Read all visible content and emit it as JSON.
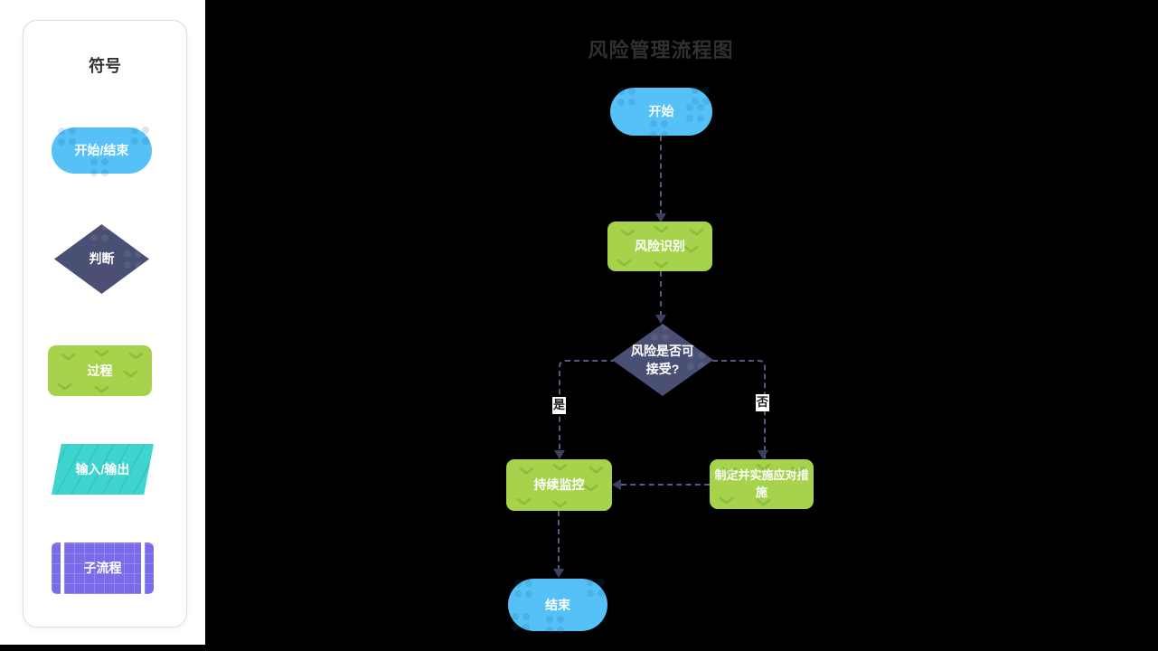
{
  "app": {
    "canvas_background": "#000000",
    "workspace_background": "#ffffff"
  },
  "palette": {
    "title": "符号",
    "items": [
      {
        "id": "terminal",
        "label": "开始/结束",
        "shape": "stadium",
        "color": "#55c1f7"
      },
      {
        "id": "decision",
        "label": "判断",
        "shape": "diamond",
        "color": "#4a5074"
      },
      {
        "id": "process",
        "label": "过程",
        "shape": "rounded-rect",
        "color": "#a6d24c"
      },
      {
        "id": "io",
        "label": "输入/输出",
        "shape": "parallelogram",
        "color": "#3ed5cf"
      },
      {
        "id": "subprocess",
        "label": "子流程",
        "shape": "subprocess",
        "color": "#7a6ce8"
      }
    ]
  },
  "diagram": {
    "title": "风险管理流程图",
    "nodes": {
      "start": {
        "label": "开始",
        "shape": "stadium",
        "color": "#55c1f7"
      },
      "identify": {
        "label": "风险识别",
        "shape": "rounded-rect",
        "color": "#a6d24c"
      },
      "decision": {
        "label": "风险是否可接受?",
        "shape": "diamond",
        "color": "#4a5074"
      },
      "monitor": {
        "label": "持续监控",
        "shape": "rounded-rect",
        "color": "#a6d24c"
      },
      "mitigate": {
        "label": "制定并实施应对措施",
        "shape": "rounded-rect",
        "color": "#a6d24c"
      },
      "end": {
        "label": "结束",
        "shape": "stadium",
        "color": "#55c1f7"
      }
    },
    "edges": [
      {
        "from": "start",
        "to": "identify"
      },
      {
        "from": "identify",
        "to": "decision"
      },
      {
        "from": "decision",
        "to": "monitor",
        "label": "是"
      },
      {
        "from": "decision",
        "to": "mitigate",
        "label": "否"
      },
      {
        "from": "mitigate",
        "to": "monitor"
      },
      {
        "from": "monitor",
        "to": "end"
      }
    ],
    "edge_color": "#525a80",
    "arrow_color": "#3a4163"
  }
}
